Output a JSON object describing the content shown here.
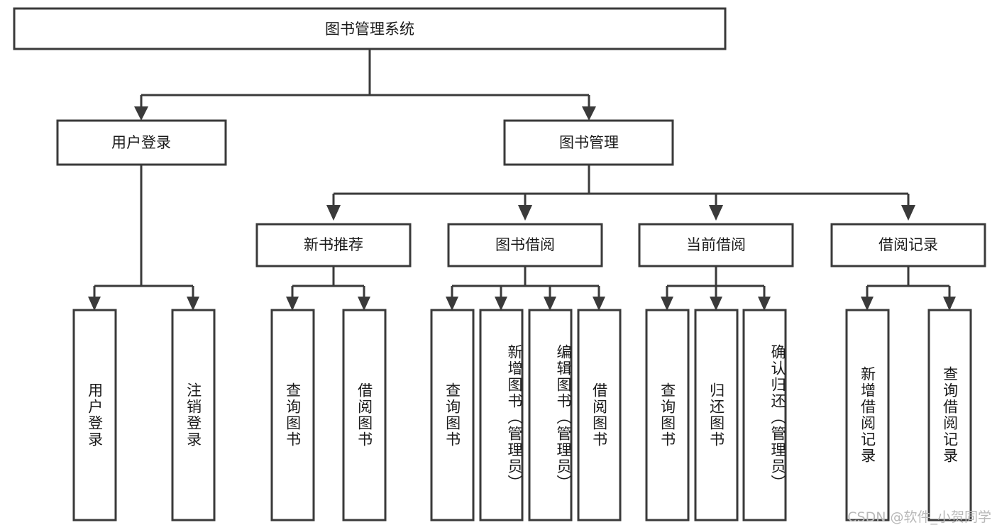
{
  "diagram": {
    "title": "图书管理系统",
    "type": "tree-hierarchy",
    "orientation": "top-down",
    "colors": {
      "stroke": "#3a3a3a",
      "box_fill": "#ffffff",
      "text": "#1a1a1a",
      "background": "#ffffff",
      "watermark": "#b8b8b8"
    },
    "root": {
      "id": "root",
      "label": "图书管理系统",
      "text_orientation": "horizontal"
    },
    "level2": [
      {
        "id": "user-login",
        "label": "用户登录",
        "text_orientation": "horizontal"
      },
      {
        "id": "book-manage",
        "label": "图书管理",
        "text_orientation": "horizontal"
      }
    ],
    "level3": [
      {
        "id": "new-book-recommend",
        "label": "新书推荐",
        "parent": "book-manage",
        "text_orientation": "horizontal"
      },
      {
        "id": "book-borrow",
        "label": "图书借阅",
        "parent": "book-manage",
        "text_orientation": "horizontal"
      },
      {
        "id": "current-borrow",
        "label": "当前借阅",
        "parent": "book-manage",
        "text_orientation": "horizontal"
      },
      {
        "id": "borrow-record",
        "label": "借阅记录",
        "parent": "book-manage",
        "text_orientation": "horizontal"
      }
    ],
    "leaves": [
      {
        "id": "leaf-user-login",
        "label": "用户登录",
        "parent": "user-login",
        "text_orientation": "vertical"
      },
      {
        "id": "leaf-logout",
        "label": "注销登录",
        "parent": "user-login",
        "text_orientation": "vertical"
      },
      {
        "id": "leaf-query-book-1",
        "label": "查询图书",
        "parent": "new-book-recommend",
        "text_orientation": "vertical"
      },
      {
        "id": "leaf-borrow-book-1",
        "label": "借阅图书",
        "parent": "new-book-recommend",
        "text_orientation": "vertical"
      },
      {
        "id": "leaf-query-book-2",
        "label": "查询图书",
        "parent": "book-borrow",
        "text_orientation": "vertical"
      },
      {
        "id": "leaf-add-book",
        "label": "新增图书（管理员）",
        "parent": "book-borrow",
        "text_orientation": "vertical"
      },
      {
        "id": "leaf-edit-book",
        "label": "编辑图书（管理员）",
        "parent": "book-borrow",
        "text_orientation": "vertical"
      },
      {
        "id": "leaf-borrow-book-2",
        "label": "借阅图书",
        "parent": "book-borrow",
        "text_orientation": "vertical"
      },
      {
        "id": "leaf-query-book-3",
        "label": "查询图书",
        "parent": "current-borrow",
        "text_orientation": "vertical"
      },
      {
        "id": "leaf-return-book",
        "label": "归还图书",
        "parent": "current-borrow",
        "text_orientation": "vertical"
      },
      {
        "id": "leaf-confirm-return",
        "label": "确认归还（管理员）",
        "parent": "current-borrow",
        "text_orientation": "vertical"
      },
      {
        "id": "leaf-add-record",
        "label": "新增借阅记录",
        "parent": "borrow-record",
        "text_orientation": "vertical"
      },
      {
        "id": "leaf-query-record",
        "label": "查询借阅记录",
        "parent": "borrow-record",
        "text_orientation": "vertical"
      }
    ],
    "watermark": "CSDN @软件_小贺同学"
  }
}
